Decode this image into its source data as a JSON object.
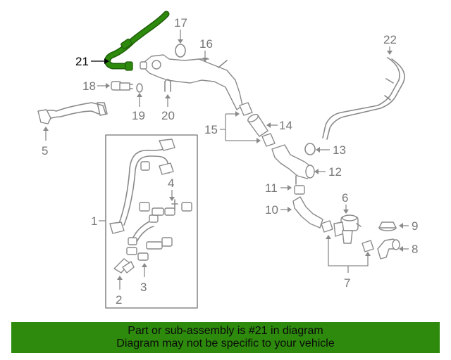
{
  "highlight_color": "#2d8a0c",
  "callouts": {
    "c1": "1",
    "c2": "2",
    "c3": "3",
    "c4": "4",
    "c5": "5",
    "c6": "6",
    "c7": "7",
    "c8": "8",
    "c9": "9",
    "c10": "10",
    "c11": "11",
    "c12": "12",
    "c13": "13",
    "c14": "14",
    "c15": "15",
    "c16": "16",
    "c17": "17",
    "c18": "18",
    "c19": "19",
    "c20": "20",
    "c21": "21",
    "c22": "22"
  },
  "banner": {
    "line1": "Part or sub-assembly is #21 in diagram",
    "line2": "Diagram may not be specific to your vehicle"
  }
}
